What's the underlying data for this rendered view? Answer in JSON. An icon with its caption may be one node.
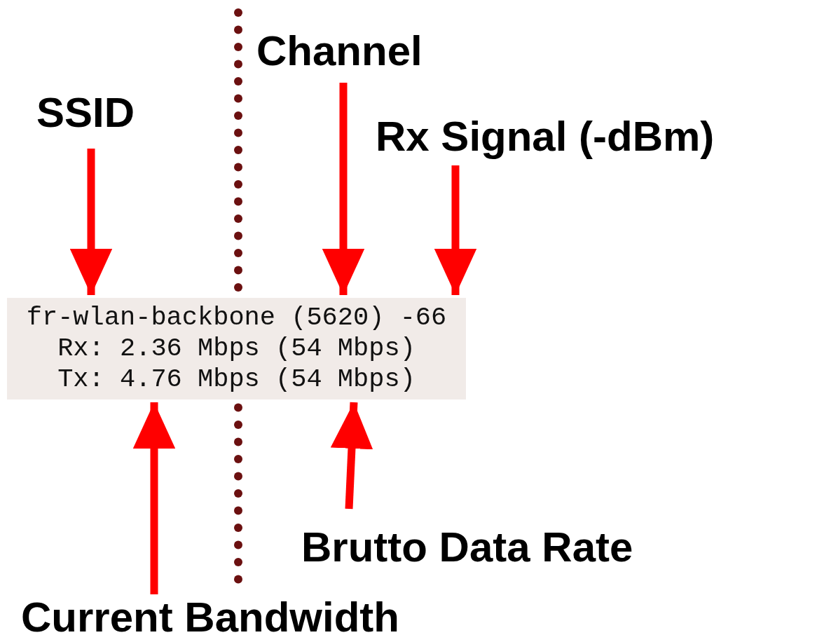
{
  "diagram": {
    "nodes": [
      {
        "text": [
          "SSID"
        ]
      },
      {
        "text": [
          "Channel"
        ]
      },
      {
        "text": [
          "Rx Signal (-dBm)"
        ]
      },
      {
        "text": [
          "fr-wlan-backbone (5620) -66",
          "Rx: 2.36 Mbps (54 Mbps)",
          "Tx: 4.76 Mbps (54 Mbps)"
        ]
      },
      {
        "text": [
          "Brutto Data Rate"
        ]
      },
      {
        "text": [
          "Current Bandwidth"
        ]
      }
    ],
    "edges": [
      {
        "from": 0,
        "to": 3,
        "arrow": "to"
      },
      {
        "from": 1,
        "to": 3,
        "arrow": "to"
      },
      {
        "from": 2,
        "to": 3,
        "arrow": "to"
      },
      {
        "from": 4,
        "to": 3,
        "arrow": "to"
      },
      {
        "from": 5,
        "to": 3,
        "arrow": "to"
      }
    ]
  }
}
